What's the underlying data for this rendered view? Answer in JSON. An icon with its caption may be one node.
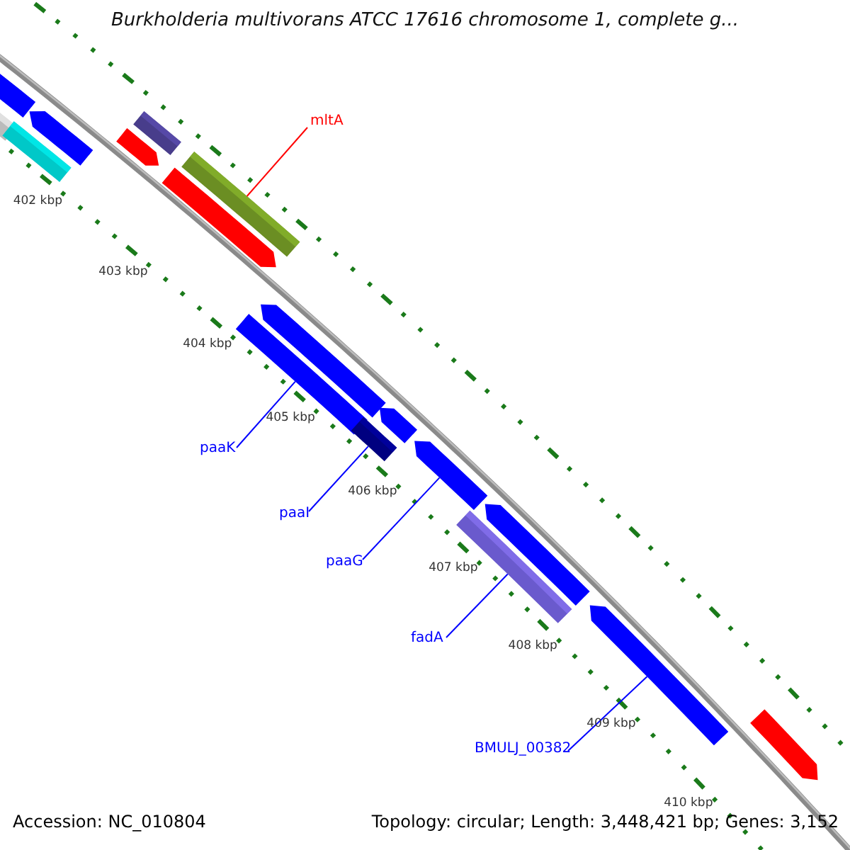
{
  "diagram": {
    "title": "Burkholderia multivorans ATCC 17616 chromosome 1, complete g...",
    "nodes": [
      {
        "text": [
          "mltA"
        ]
      },
      {
        "text": [],
        "shape": "bar"
      },
      {
        "text": [
          "paaK"
        ]
      },
      {
        "text": [],
        "shape": "bar"
      },
      {
        "text": [
          "paaI"
        ]
      },
      {
        "text": [],
        "shape": "bar"
      },
      {
        "text": [
          "paaG"
        ]
      },
      {
        "text": [],
        "shape": "bar"
      },
      {
        "text": [
          "fadA"
        ]
      },
      {
        "text": [],
        "shape": "bar"
      },
      {
        "text": [
          "BMULJ_00382"
        ]
      },
      {
        "text": [],
        "shape": "bar"
      }
    ],
    "edges": [
      {
        "from": 0,
        "to": 1,
        "arrow": "none",
        "color": "#ff0000"
      },
      {
        "from": 2,
        "to": 3,
        "arrow": "none"
      },
      {
        "from": 4,
        "to": 5,
        "arrow": "none"
      },
      {
        "from": 6,
        "to": 7,
        "arrow": "none"
      },
      {
        "from": 8,
        "to": 9,
        "arrow": "none"
      },
      {
        "from": 10,
        "to": 11,
        "arrow": "none"
      }
    ],
    "labels": [
      "402 kbp",
      "403 kbp",
      "404 kbp",
      "405 kbp",
      "406 kbp",
      "407 kbp",
      "408 kbp",
      "409 kbp",
      "410 kbp",
      "Accession: NC_010804",
      "Topology: circular; Length: 3,448,421 bp; Genes: 3,152"
    ]
  }
}
